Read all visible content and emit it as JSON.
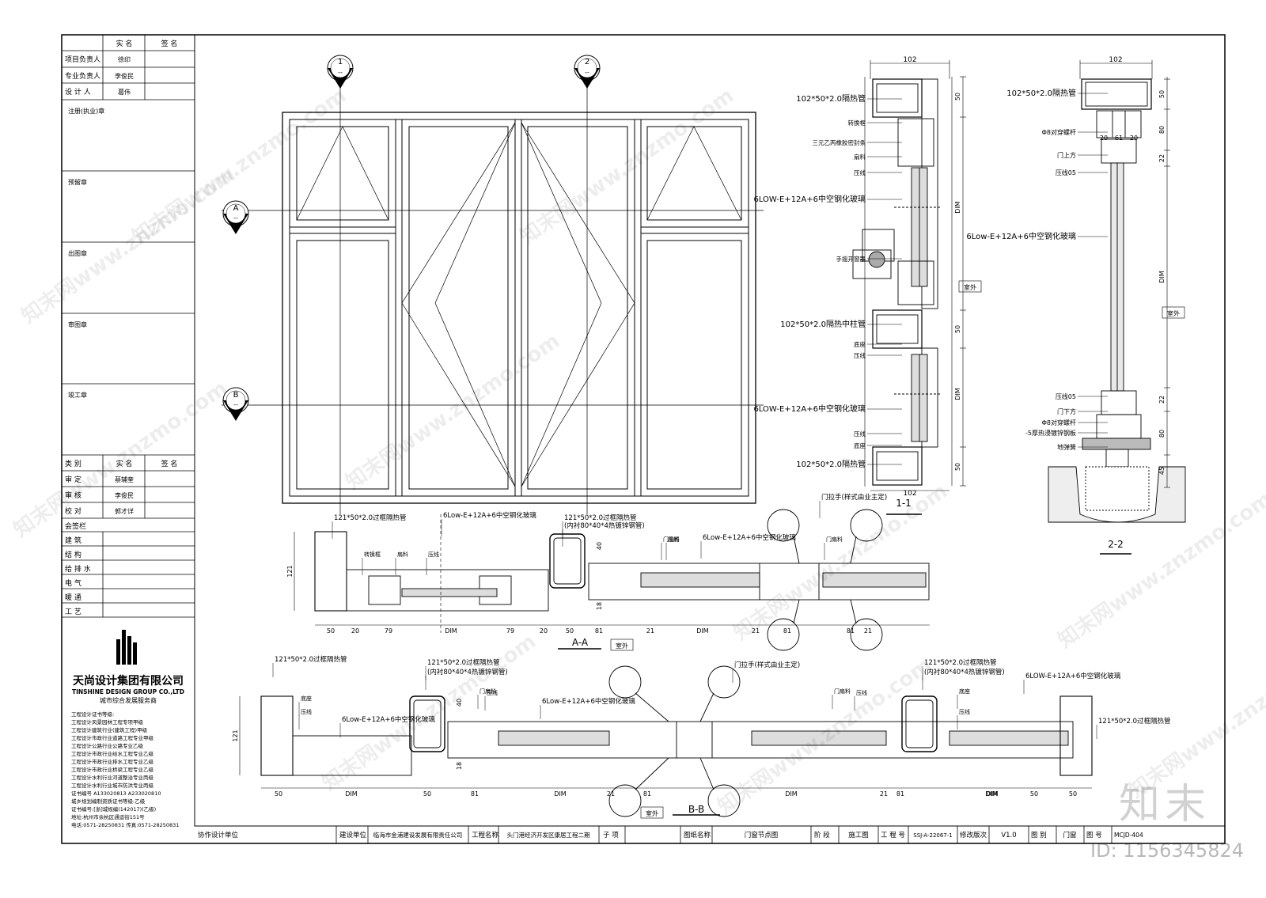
{
  "left_table": {
    "header_1": "实 名",
    "header_2": "签 名",
    "rows": [
      {
        "role": "项目负责人",
        "name": "徐印"
      },
      {
        "role": "专业负责人",
        "name": "李俊民"
      },
      {
        "role": "设 计 人",
        "name": "葛伟"
      }
    ],
    "stamps": [
      "注册(执业)章",
      "预留章",
      "出图章",
      "审图章",
      "竣工章"
    ],
    "review_header": [
      "类 别",
      "实 名",
      "签 名"
    ],
    "review_rows": [
      {
        "role": "审 定",
        "name": "蔡辅奎"
      },
      {
        "role": "审 核",
        "name": "李俊民"
      },
      {
        "role": "校 对",
        "name": "郭才详"
      }
    ],
    "countersign_title": "会签栏",
    "countersign": [
      "建 筑",
      "结 构",
      "给 排 水",
      "电 气",
      "暖 通",
      "工 艺"
    ]
  },
  "company": {
    "name_cn": "天尚设计集团有限公司",
    "name_en": "TINSHINE DESIGN GROUP CO.,LTD",
    "subtitle": "城市综合发展服务商",
    "certs": [
      "工程设计证书等级:",
      "工程设计风景园林工程专项甲级",
      "工程设计建筑行业(建筑工程)甲级",
      "工程设计市政行业道路工程专业甲级",
      "工程设计公路行业公路专业乙级",
      "工程设计市政行业给水工程专业乙级",
      "工程设计市政行业排水工程专业乙级",
      "工程设计市政行业桥梁工程专业乙级",
      "工程设计水利行业河道整治专业丙级",
      "工程设计水利行业城市防洪专业丙级",
      "证书编号 A133020813 A233020810",
      "城乡规划编制资质证书等级:乙级",
      "证书编号:[浙]城规编(142017)(乙级)",
      "地址:杭州市余杭区通运街151号",
      "电话:0571-28250831 传真:0571-28250831"
    ]
  },
  "title_block": {
    "cooperator_label": "协作设计单位",
    "builder_label": "建设单位",
    "builder": "临海市金浦建设发展有限责任公司",
    "project_label": "工程名称",
    "project": "头门港经济开发区康居工程二期",
    "subitem_label": "子 项",
    "drawing_label": "图纸名称",
    "drawing": "门窗节点图",
    "stage_label": "阶 段",
    "stage": "施工图",
    "project_no_label": "工 程 号",
    "project_no": "SSJ-A-22067-1",
    "version_label": "修改版次",
    "version": "V1.0",
    "category_label": "图 别",
    "category": "门窗",
    "sheet_no_label": "图 号",
    "sheet_no": "MCJD-404"
  },
  "elevation": {
    "marker_1": "1",
    "marker_2": "2",
    "marker_a": "A",
    "marker_b": "B",
    "marker_dash": "--"
  },
  "section_1_1": {
    "title": "1-1",
    "dim_top": "102",
    "dim_bottom": "102",
    "dims_right": [
      "50",
      "DIM",
      "50",
      "DIM",
      "50"
    ],
    "labels": [
      "102*50*2.0隔热管",
      "转换框",
      "三元乙丙橡胶密封条",
      "扇料",
      "压线",
      "6LOW-E+12A+6中空钢化玻璃",
      "手摇开窗器",
      "102*50*2.0隔热中柱管",
      "底座",
      "压线",
      "6LOW-E+12A+6中空钢化玻璃",
      "压线",
      "底座",
      "102*50*2.0隔热管"
    ],
    "side_tag": "室外"
  },
  "section_2_2": {
    "title": "2-2",
    "dim_top": "102",
    "dims_right": [
      "50",
      "80",
      "22",
      "DIM",
      "22",
      "80",
      "45"
    ],
    "inner_dims": [
      "20",
      "61",
      "20"
    ],
    "labels": [
      "102*50*2.0隔热管",
      "Φ8对穿螺杆",
      "门上方",
      "压线05",
      "6Low-E+12A+6中空钢化玻璃",
      "压线05",
      "门下方",
      "Φ8对穿螺杆",
      "-5厚热浸镀锌钢板",
      "地弹簧"
    ],
    "side_tag": "室外"
  },
  "section_a_a": {
    "title": "A-A",
    "side_tag": "室外",
    "labels": [
      "121*50*2.0过框隔热管",
      "转换框",
      "扇料",
      "压线",
      "6Low-E+12A+6中空钢化玻璃",
      "121*50*2.0过框隔热管",
      "(内衬80*40*4热镀锌钢管)",
      "门扇料",
      "压线",
      "6Low-E+12A+6中空钢化玻璃",
      "门扇料",
      "门拉手(样式由业主定)"
    ],
    "dims": [
      "50",
      "20",
      "79",
      "DIM",
      "79",
      "20",
      "50",
      "81",
      "21",
      "DIM",
      "21",
      "81",
      "81",
      "21"
    ],
    "left_dim": "121",
    "dim_40": "40",
    "dim_18": "18"
  },
  "section_b_b": {
    "title": "B-B",
    "side_tag": "室外",
    "labels": [
      "121*50*2.0过框隔热管",
      "121*50*2.0过框隔热管",
      "(内衬80*40*4热镀锌钢管)",
      "底座",
      "压线",
      "6Low-E+12A+6中空钢化玻璃",
      "门扇料",
      "压线",
      "6Low-E+12A+6中空钢化玻璃",
      "门拉手(样式由业主定)",
      "门扇料",
      "压线",
      "121*50*2.0过框隔热管",
      "(内衬80*40*4热镀锌钢管)",
      "6LOW-E+12A+6中空钢化玻璃",
      "底座",
      "压线",
      "121*50*2.0过框隔热管"
    ],
    "dims": [
      "50",
      "DIM",
      "50",
      "81",
      "DIM",
      "21",
      "81",
      "DIM",
      "21",
      "81",
      "DIM",
      "50",
      "DIM",
      "50"
    ],
    "left_dim": "121",
    "dim_40": "40",
    "dim_18": "18"
  },
  "watermark": {
    "text": "知末网www.znzmo.com",
    "brand": "知末",
    "id": "ID: 1156345824"
  }
}
